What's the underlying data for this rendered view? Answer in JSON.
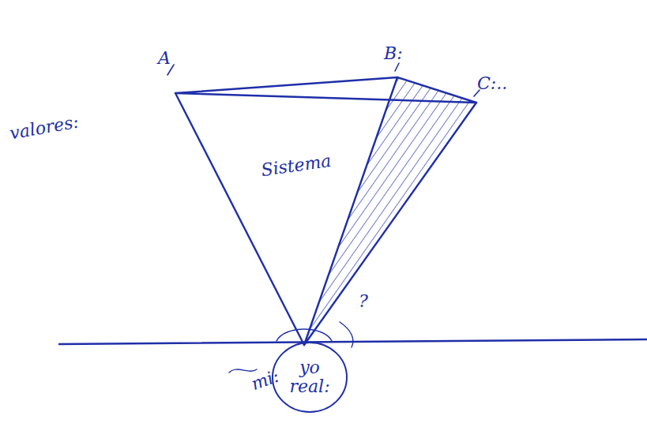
{
  "diagram": {
    "nodes": [
      {
        "text": [
          "Sistema"
        ]
      },
      {
        "text": [
          "yo real:"
        ]
      }
    ],
    "labels": [
      "A",
      "B:",
      "C:..",
      "valores:",
      "?",
      "mi:"
    ]
  }
}
